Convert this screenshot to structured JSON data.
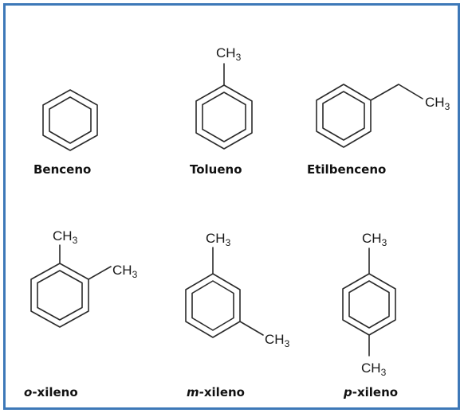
{
  "compounds": [
    {
      "id": "benceno",
      "name": "Benceno",
      "substituents": []
    },
    {
      "id": "tolueno",
      "name": "Tolueno",
      "substituents": [
        "CH3"
      ]
    },
    {
      "id": "etilbenceno",
      "name": "Etilbenceno",
      "substituents": [
        "CH3"
      ]
    },
    {
      "id": "o-xileno",
      "prefix": "o",
      "suffix": "-xileno",
      "substituents": [
        "CH3",
        "CH3"
      ]
    },
    {
      "id": "m-xileno",
      "prefix": "m",
      "suffix": "-xileno",
      "substituents": [
        "CH3",
        "CH3"
      ]
    },
    {
      "id": "p-xileno",
      "prefix": "p",
      "suffix": "-xileno",
      "substituents": [
        "CH3",
        "CH3"
      ]
    }
  ],
  "formula": {
    "main": "CH",
    "subscript": "3"
  },
  "colors": {
    "frame": "#3d78b8",
    "bond": "#2b2b2b",
    "text": "#111111"
  }
}
